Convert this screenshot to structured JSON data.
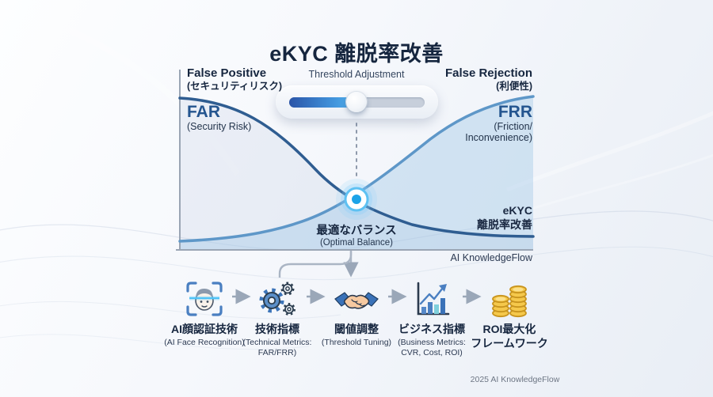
{
  "title": "eKYC 離脱率改善",
  "tradeoff_chart": {
    "slider": {
      "label": "Threshold Adjustment",
      "value_percent": 48
    },
    "false_positive": {
      "title": "False Positive",
      "subtitle": "(セキュリティリスク)",
      "metric": "FAR",
      "metric_note": "(Security Risk)"
    },
    "false_rejection": {
      "title": "False Rejection",
      "subtitle": "(利便性)",
      "metric": "FRR",
      "metric_note_line1": "(Friction/",
      "metric_note_line2": "Inconvenience)"
    },
    "optimal_point": {
      "label": "最適なバランス",
      "sublabel": "(Optimal Balance)"
    },
    "outcome_label": {
      "line1": "eKYC",
      "line2": "離脱率改善"
    },
    "watermark": "AI KnowledgeFlow"
  },
  "flow": {
    "steps": [
      {
        "icon": "face-recognition-icon",
        "label": "AI顔認証技術",
        "sublines": [
          "(AI Face Recognition)"
        ]
      },
      {
        "icon": "gears-icon",
        "label": "技術指標",
        "sublines": [
          "(Technical Metrics:",
          "FAR/FRR)"
        ]
      },
      {
        "icon": "handshake-icon",
        "label": "閾値調整",
        "sublines": [
          "(Threshold Tuning)"
        ]
      },
      {
        "icon": "bar-chart-icon",
        "label": "ビジネス指標",
        "sublines": [
          "(Business Metrics:",
          "CVR, Cost, ROI)"
        ]
      },
      {
        "icon": "coins-icon",
        "label": "ROI最大化",
        "label_line2": "フレームワーク",
        "sublines": []
      }
    ]
  },
  "footer": "2025 AI KnowledgeFlow",
  "colors": {
    "title_text": "#16263f",
    "far_curve": "#2f5d91",
    "frr_curve": "#5e97c8",
    "frr_fill": "#cfe2f2",
    "slider_fill_start": "#2b55a8",
    "slider_fill_end": "#52b4f0",
    "optimal_marker": "#1ba3e8",
    "connector_gray": "#a8b4c4",
    "icon_blue": "#4a7fc1",
    "coin_gold": "#f5c84b"
  }
}
